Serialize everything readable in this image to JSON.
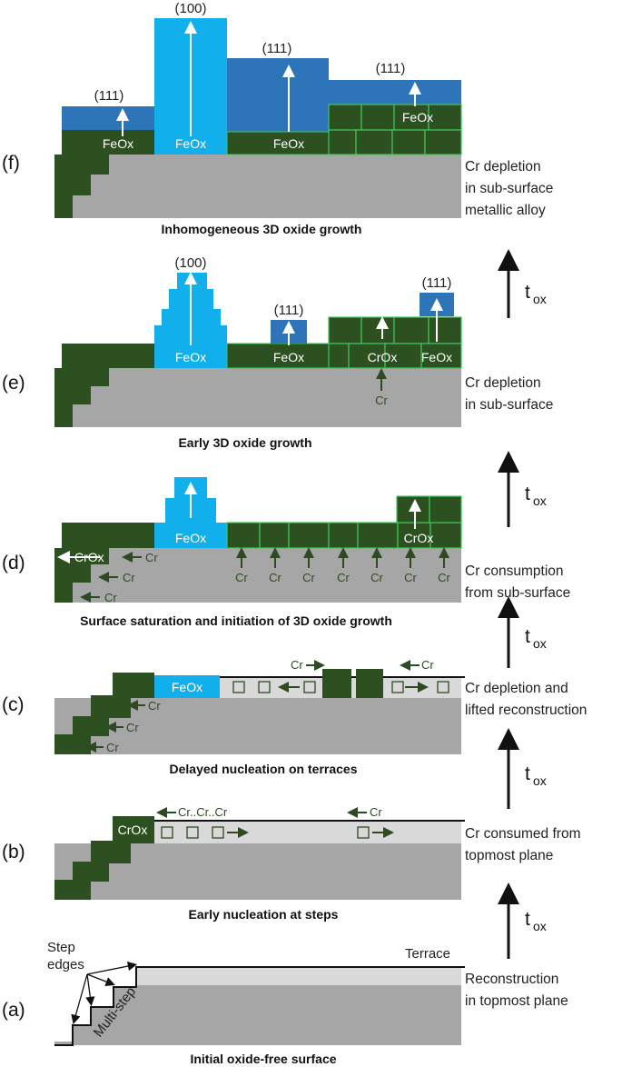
{
  "panels": {
    "a": {
      "label": "(a)",
      "caption": "Initial oxide-free surface",
      "side": [
        "Reconstruction",
        "in topmost plane"
      ],
      "annotations": {
        "step_edges_1": "Step",
        "step_edges_2": "edges",
        "terrace": "Terrace",
        "multistep": "Multi-step"
      }
    },
    "b": {
      "label": "(b)",
      "caption": "Early nucleation at steps",
      "side": [
        "Cr consumed from",
        "topmost plane"
      ],
      "oxide": "CrOx",
      "cr_chain": "Cr..Cr..Cr",
      "cr": "Cr"
    },
    "c": {
      "label": "(c)",
      "caption": "Delayed nucleation on terraces",
      "side": [
        "Cr depletion and",
        "lifted reconstruction"
      ],
      "oxide": "FeOx",
      "cr": "Cr"
    },
    "d": {
      "label": "(d)",
      "caption": "Surface saturation and initiation of 3D oxide growth",
      "side": [
        "Cr consumption",
        "from sub-surface"
      ],
      "oxide_fe": "FeOx",
      "oxide_cr": "CrOx",
      "cr": "Cr"
    },
    "e": {
      "label": "(e)",
      "caption": "Early 3D oxide growth",
      "side": [
        "Cr depletion",
        "in sub-surface"
      ],
      "oxide_fe": "FeOx",
      "oxide_cr": "CrOx",
      "cr": "Cr",
      "miller_100": "(100)",
      "miller_111": "(111)"
    },
    "f": {
      "label": "(f)",
      "caption": "Inhomogeneous 3D oxide growth",
      "side": [
        "Cr depletion",
        "in sub-surface",
        "metallic alloy"
      ],
      "oxide_fe": "FeOx",
      "miller_100": "(100)",
      "miller_111": "(111)"
    }
  },
  "time_arrow": {
    "t": "t",
    "sub": "ox"
  },
  "colors": {
    "crox": "#2d5020",
    "feox_100": "#11b0ec",
    "feox_111": "#2e74b8",
    "metal": "#a6a6a6",
    "reconstruction": "#d9d9d9",
    "grid_line": "#3ec95a",
    "cr_arrow": "#2f4a23"
  }
}
